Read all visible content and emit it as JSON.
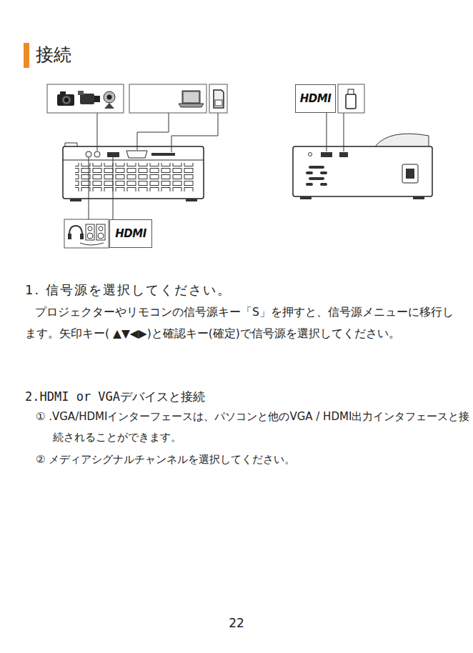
{
  "diagram": {
    "title": "接続",
    "nodes": [
      {
        "text": [
          "HDMI"
        ]
      },
      {
        "text": [
          "HDMI"
        ]
      }
    ],
    "labels": [
      "1. 信号源を選択してください。",
      "プロジェクターやリモコンの信号源キー「S」を押すと、信号源メニューに移行します。矢印キー( ▲▼◀▶)と確認キー(確定)で信号源を選択してください。",
      "2.HDMI or VGAデバイスと接続",
      "① .VGA/HDMIインターフェースは、パソコンと他のVGA / HDMI出力インタフェースと接続されることができます。",
      "② メディアシグナルチャンネルを選択してください。",
      "22"
    ]
  }
}
